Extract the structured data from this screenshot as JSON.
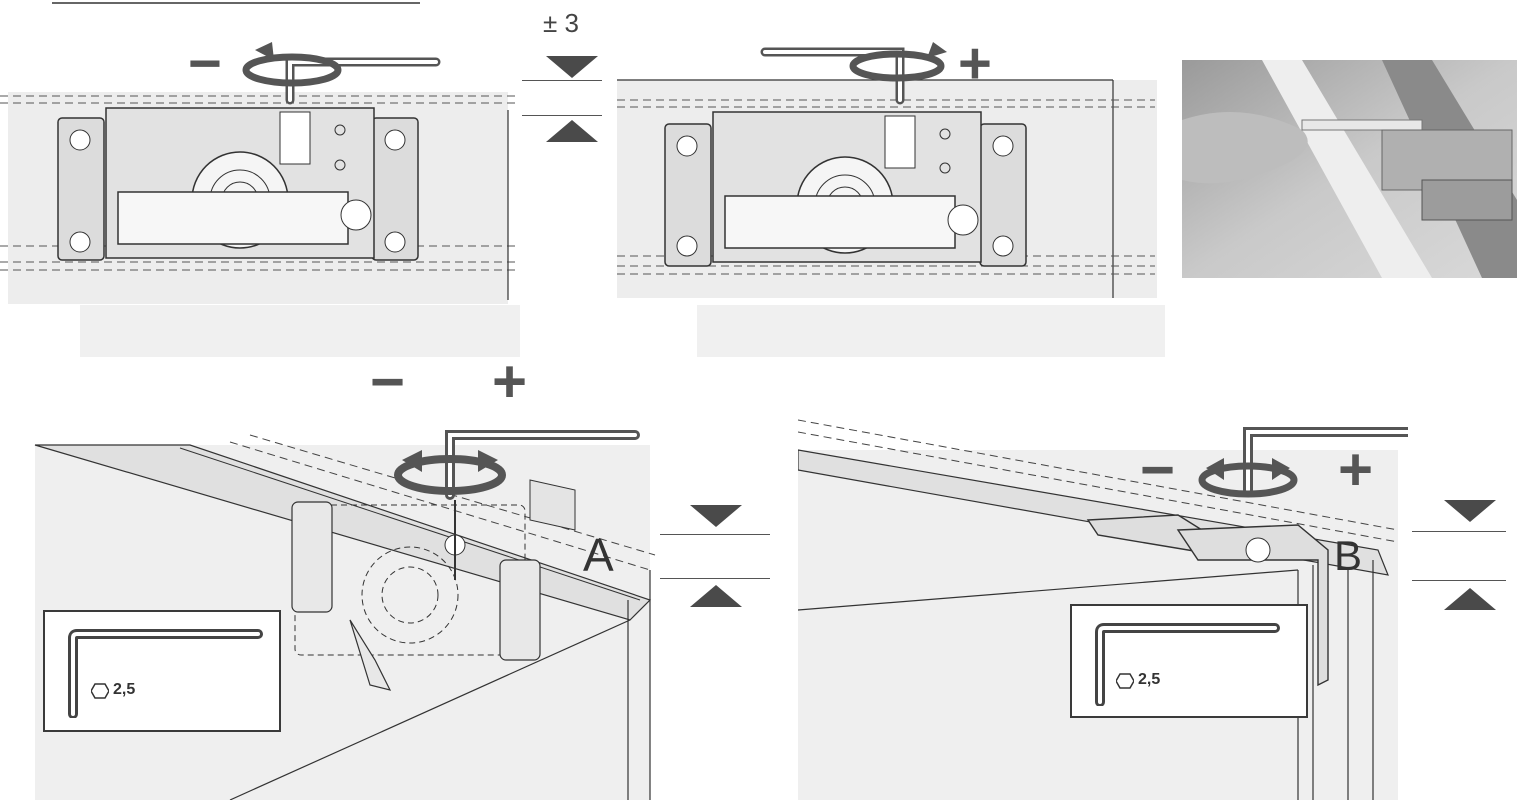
{
  "adjustment": {
    "range_label": "± 3",
    "minus_sign": "−",
    "plus_sign": "+"
  },
  "detail_a": {
    "label": "A"
  },
  "detail_b": {
    "label": "B"
  },
  "tool_inset_left": {
    "size_label": "2,5",
    "icon": "hex-key-icon"
  },
  "tool_inset_right": {
    "size_label": "2,5",
    "icon": "hex-key-icon"
  },
  "colors": {
    "line": "#3a3a3a",
    "fill": "#e6e6e6",
    "marker": "#4a4a4a"
  }
}
